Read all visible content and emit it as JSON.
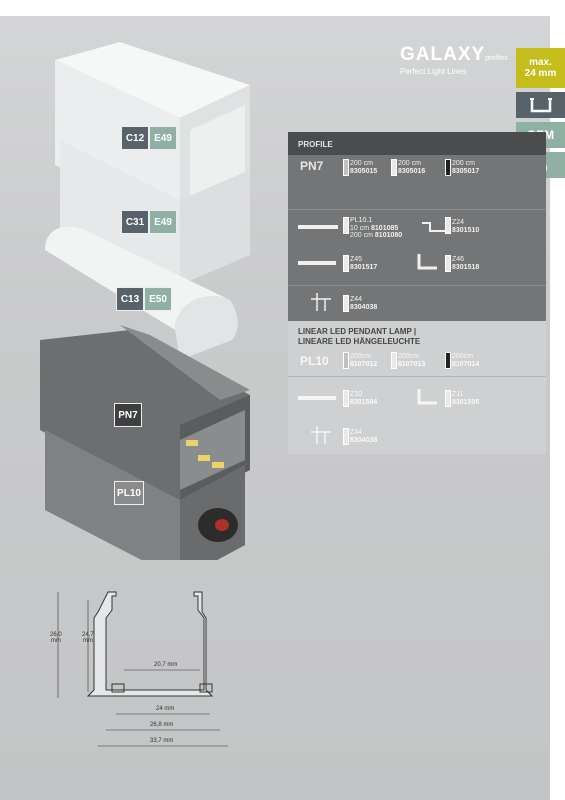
{
  "brand": {
    "name": "GALAXY",
    "suffix": "profiles",
    "tagline": "Perfect Light Lines"
  },
  "side_tabs": {
    "max_line1": "max.",
    "max_line2": "24 mm",
    "oem": "OEM",
    "icons": [
      "profile-section-icon",
      "water-drop-icon"
    ]
  },
  "badges": [
    {
      "code": "C12",
      "color": "#57626a"
    },
    {
      "code": "E49",
      "color": "#8fb0a3"
    },
    {
      "code": "C31",
      "color": "#57626a"
    },
    {
      "code": "E49",
      "color": "#8fb0a3"
    },
    {
      "code": "C13",
      "color": "#57626a"
    },
    {
      "code": "E50",
      "color": "#8fb0a3"
    },
    {
      "code": "PN7",
      "color": "#3e3f41"
    },
    {
      "code": "PL10",
      "color": "#8a8b8d"
    }
  ],
  "profile": {
    "heading": "PROFILE",
    "code": "PN7",
    "variants": [
      {
        "length": "200 cm",
        "article": "8305015",
        "color": "silver"
      },
      {
        "length": "200 cm",
        "article": "8305016",
        "color": "white"
      },
      {
        "length": "200 cm",
        "article": "8305017",
        "color": "black"
      }
    ],
    "accessories": [
      {
        "name": "PL10.1",
        "lines": [
          "10 cm ",
          "200 cm "
        ],
        "articles": [
          "8101085",
          "8101080"
        ]
      },
      {
        "name": "Z24",
        "article": "8301510"
      },
      {
        "name": "Z45",
        "article": "8301517"
      },
      {
        "name": "Z46",
        "article": "8301518"
      },
      {
        "name": "Z44",
        "article": "8304038"
      }
    ]
  },
  "lamp": {
    "heading_line1": "LINEAR LED PENDANT LAMP |",
    "heading_line2": "LINEARE LED HÄNGELEUCHTE",
    "code": "PL10",
    "variants": [
      {
        "length": "200cm",
        "article": "8107012",
        "color": "silver"
      },
      {
        "length": "200cm",
        "article": "8107013",
        "color": "white"
      },
      {
        "length": "200cm",
        "article": "8107014",
        "color": "black"
      }
    ],
    "accessories": [
      {
        "name": "Z10",
        "article": "8301504"
      },
      {
        "name": "Z11",
        "article": "8301505"
      },
      {
        "name": "Z44",
        "article": "8304038"
      }
    ]
  },
  "dimensions": {
    "h_outer": "26,0",
    "h_outer_unit": "mm",
    "h_inner": "24,7",
    "h_inner_unit": "mm",
    "w_inner": "20,7 mm",
    "w_mid": "24 mm",
    "w_lower": "26,8 mm",
    "w_outer": "33,7 mm"
  }
}
